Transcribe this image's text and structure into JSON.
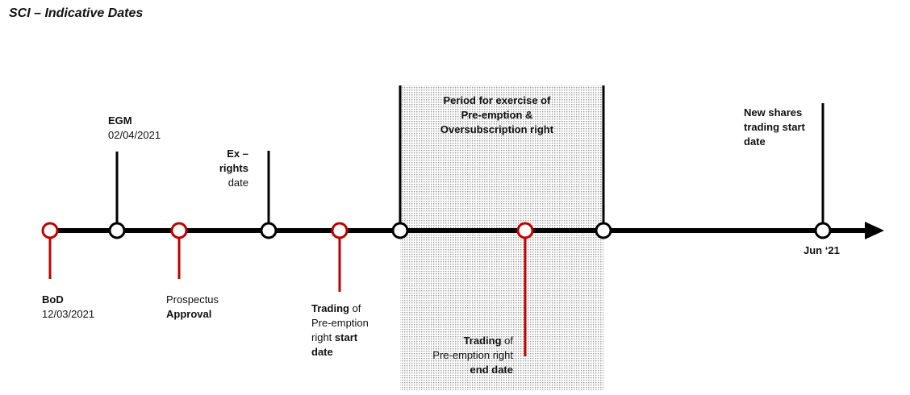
{
  "title": "SCI – Indicative Dates",
  "colors": {
    "axis": "#000000",
    "red_event": "#c00000",
    "black_event": "#000000",
    "shaded_period": "#e4e4e4"
  },
  "labels": {
    "bod": {
      "name": "BoD",
      "date": "12/03/2021"
    },
    "egm": {
      "name": "EGM",
      "date": "02/04/2021"
    },
    "prospectus": {
      "line1": "Prospectus",
      "line2": "Approval"
    },
    "ex_rights": {
      "line1": "Ex –",
      "line2": "rights",
      "line3": "date"
    },
    "trading_start": {
      "bold1": "Trading",
      "text1": " of",
      "line2": "Pre-emption",
      "text3": "right ",
      "bold3": "start",
      "bold4": "date"
    },
    "period": {
      "line1": "Period for exercise of",
      "line2": "Pre-emption &",
      "line3": "Oversubscription right"
    },
    "trading_end": {
      "bold1": "Trading",
      "text1": " of",
      "line2": "Pre-emption right",
      "bold3": "end date"
    },
    "new_shares": {
      "line1": "New shares",
      "line2": "trading start",
      "line3": "date"
    },
    "jun": "Jun ‘21"
  }
}
